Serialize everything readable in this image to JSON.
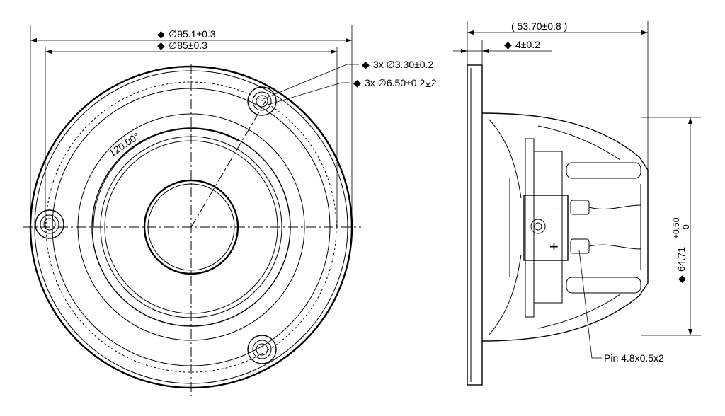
{
  "front_view": {
    "dim_outer": {
      "marker": "◆",
      "label": "∅95.1±0.3"
    },
    "dim_inner": {
      "marker": "◆",
      "label": "∅85±0.3"
    },
    "hole_through": {
      "marker": "◆",
      "label": "3x ∅3.30±0.2"
    },
    "hole_counterbore": {
      "marker": "◆",
      "label": "3x ∅6.50±0.2⩣2"
    },
    "angle": {
      "label": "120.00°"
    }
  },
  "side_view": {
    "dim_depth": {
      "label": "( 53.70±0.8 )"
    },
    "dim_flange": {
      "marker": "◆",
      "label": "4±0.2"
    },
    "dim_height": {
      "marker": "◆",
      "label": "64.71",
      "tol_upper": "+0.50",
      "tol_lower": "0"
    },
    "terminal_plus": "+",
    "terminal_minus": "−",
    "pin_note": "Pin 4.8x0.5x2"
  },
  "colors": {
    "line": "#000000",
    "background": "#ffffff"
  }
}
